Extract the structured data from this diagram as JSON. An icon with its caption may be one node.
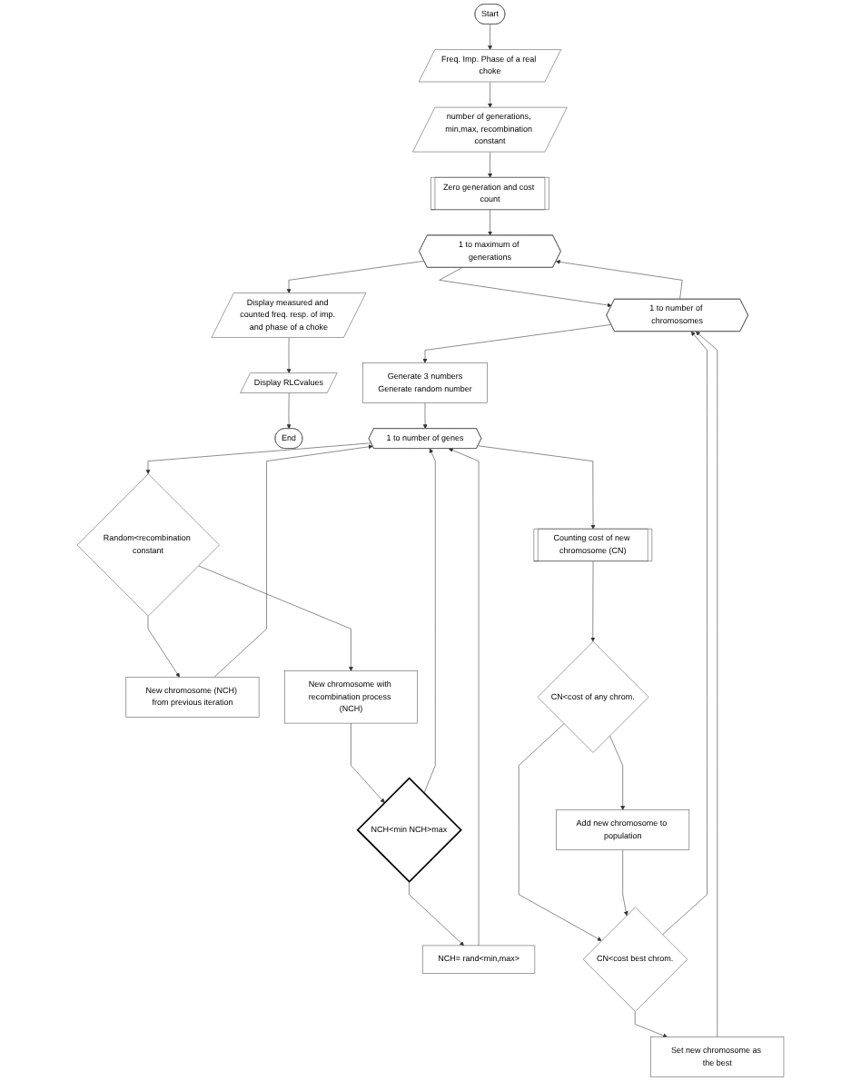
{
  "diagram": {
    "nodes": [
      {
        "text": [
          "Start"
        ]
      },
      {
        "text": [
          "Freq. Imp. Phase of a real choke"
        ]
      },
      {
        "text": [
          "number of generations, min,max, recombination constant"
        ]
      },
      {
        "text": [
          "Zero generation and cost count"
        ]
      },
      {
        "text": [
          "1 to maximum of generations"
        ]
      },
      {
        "text": [
          "Display measured and counted freq. resp. of imp. and phase of a choke"
        ]
      },
      {
        "text": [
          "Display RLCvalues"
        ]
      },
      {
        "text": [
          "End"
        ]
      },
      {
        "text": [
          "1 to number of chromosomes"
        ]
      },
      {
        "text": [
          "Generate 3 numbers",
          "Generate random number"
        ]
      },
      {
        "text": [
          "1 to number of genes"
        ]
      },
      {
        "text": [
          "Random<recombination constant"
        ]
      },
      {
        "text": [
          "New chromosome (NCH) from previous iteration"
        ]
      },
      {
        "text": [
          "New chromosome with recombination process (NCH)"
        ]
      },
      {
        "text": [
          "NCH<min NCH>max"
        ]
      },
      {
        "text": [
          "NCH= rand<min,max>"
        ]
      },
      {
        "text": [
          "Counting cost of new chromosome (CN)"
        ]
      },
      {
        "text": [
          "CN<cost of any chrom."
        ]
      },
      {
        "text": [
          "Add new chromosome to population"
        ]
      },
      {
        "text": [
          "CN<cost best chrom."
        ]
      },
      {
        "text": [
          "Set new chromosome as the best"
        ]
      }
    ],
    "edges": [
      {
        "from": 0,
        "to": 1,
        "arrow": "to"
      },
      {
        "from": 1,
        "to": 2,
        "arrow": "to"
      },
      {
        "from": 2,
        "to": 3,
        "arrow": "to"
      },
      {
        "from": 3,
        "to": 4,
        "arrow": "to"
      },
      {
        "from": 4,
        "to": 5,
        "arrow": "to"
      },
      {
        "from": 5,
        "to": 6,
        "arrow": "to"
      },
      {
        "from": 6,
        "to": 7,
        "arrow": "to"
      },
      {
        "from": 4,
        "to": 8,
        "arrow": "to"
      },
      {
        "from": 8,
        "to": 9,
        "arrow": "to"
      },
      {
        "from": 9,
        "to": 10,
        "arrow": "to"
      },
      {
        "from": 10,
        "to": 11,
        "arrow": "to"
      },
      {
        "from": 11,
        "to": 12,
        "arrow": "to"
      },
      {
        "from": 11,
        "to": 13,
        "arrow": "to"
      },
      {
        "from": 13,
        "to": 14,
        "arrow": "to"
      },
      {
        "from": 14,
        "to": 15,
        "arrow": "to"
      },
      {
        "from": 12,
        "to": 10,
        "arrow": "to"
      },
      {
        "from": 14,
        "to": 10,
        "arrow": "to"
      },
      {
        "from": 15,
        "to": 10,
        "arrow": "to"
      },
      {
        "from": 10,
        "to": 16,
        "arrow": "to"
      },
      {
        "from": 16,
        "to": 17,
        "arrow": "to"
      },
      {
        "from": 17,
        "to": 18,
        "arrow": "to"
      },
      {
        "from": 17,
        "to": 19,
        "arrow": "to"
      },
      {
        "from": 18,
        "to": 19,
        "arrow": "to"
      },
      {
        "from": 19,
        "to": 20,
        "arrow": "to"
      },
      {
        "from": 19,
        "to": 8,
        "arrow": "to"
      },
      {
        "from": 20,
        "to": 8,
        "arrow": "to"
      },
      {
        "from": 8,
        "to": 4,
        "arrow": "to"
      }
    ]
  }
}
